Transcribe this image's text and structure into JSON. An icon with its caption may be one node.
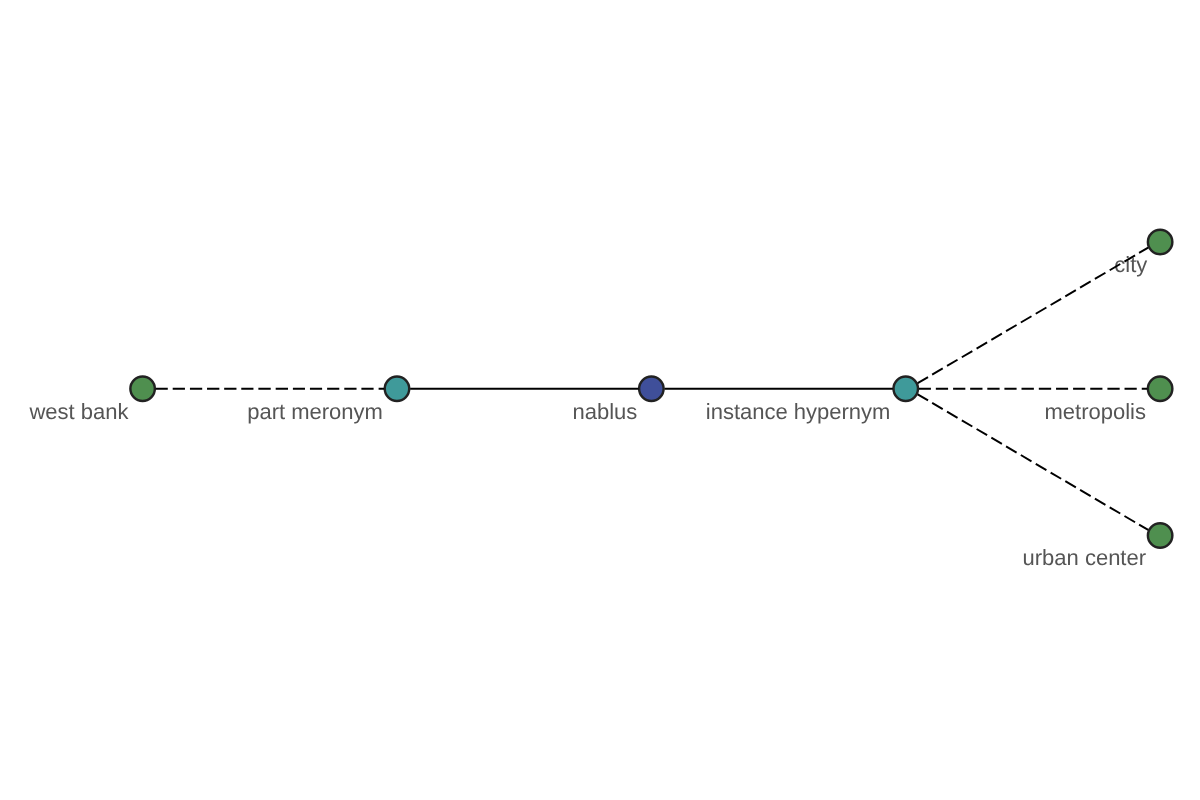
{
  "diagram": {
    "nodes": [
      {
        "text": [
          "west bank"
        ]
      },
      {
        "text": [
          "part meronym"
        ]
      },
      {
        "text": [
          "nablus"
        ]
      },
      {
        "text": [
          "instance hypernym"
        ]
      },
      {
        "text": [
          "city"
        ]
      },
      {
        "text": [
          "metropolis"
        ]
      },
      {
        "text": [
          "urban center"
        ]
      }
    ],
    "edges": [
      {
        "from": 0,
        "to": 1,
        "arrow": "none",
        "style": "dashed"
      },
      {
        "from": 1,
        "to": 2,
        "arrow": "none"
      },
      {
        "from": 2,
        "to": 3,
        "arrow": "none"
      },
      {
        "from": 3,
        "to": 4,
        "arrow": "none",
        "style": "dashed"
      },
      {
        "from": 3,
        "to": 5,
        "arrow": "none",
        "style": "dashed"
      },
      {
        "from": 3,
        "to": 6,
        "arrow": "none",
        "style": "dashed"
      }
    ]
  }
}
